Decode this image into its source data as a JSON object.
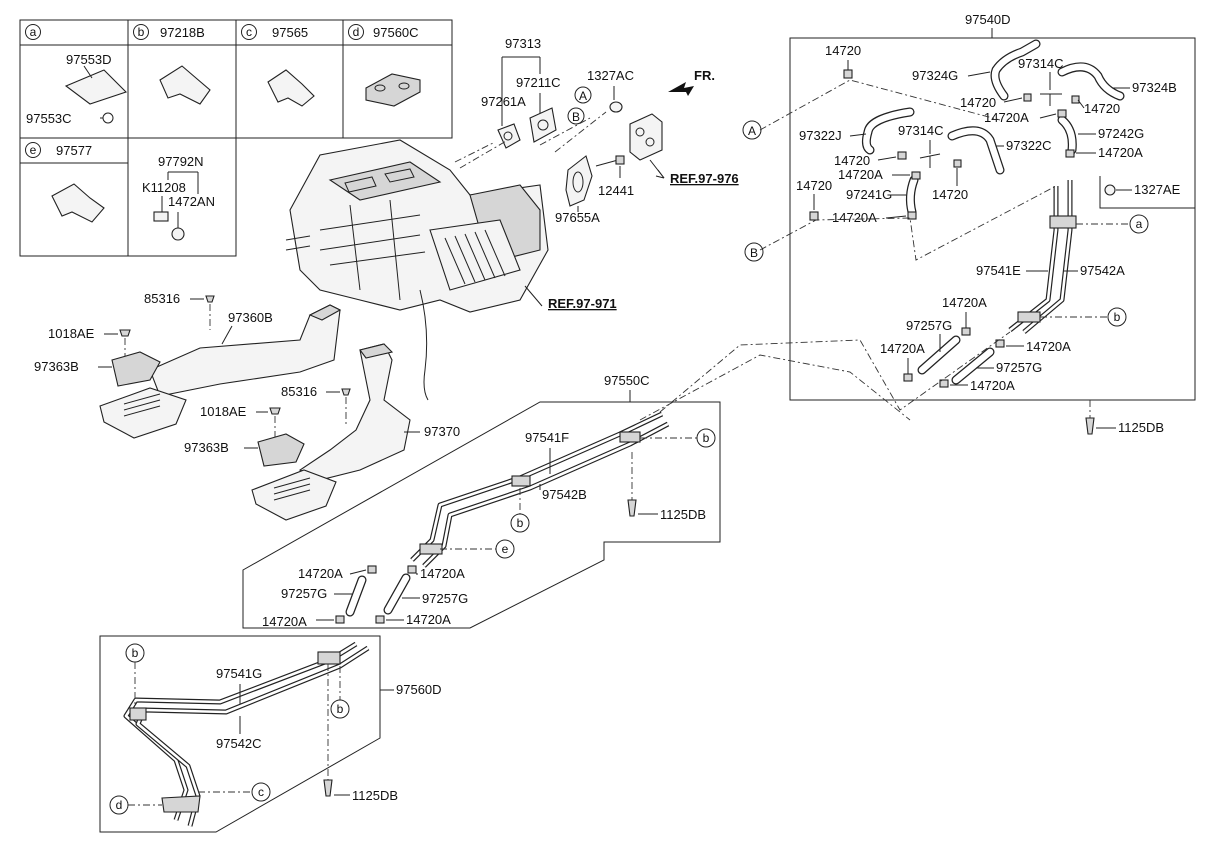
{
  "legend": {
    "cells": [
      {
        "letter": "a",
        "code": "",
        "parts": [
          "97553D",
          "97553C"
        ]
      },
      {
        "letter": "b",
        "code": "97218B",
        "parts": []
      },
      {
        "letter": "c",
        "code": "97565",
        "parts": []
      },
      {
        "letter": "d",
        "code": "97560C",
        "parts": []
      },
      {
        "letter": "e",
        "code": "97577",
        "parts": []
      }
    ],
    "extra_parts": [
      "97792N",
      "K11208",
      "1472AN"
    ]
  },
  "center": {
    "labels": [
      "97313",
      "97211C",
      "97261A",
      "1327AC",
      "12441",
      "97655A",
      "85316",
      "97360B",
      "1018AE",
      "97363B",
      "85316",
      "1018AE",
      "97370",
      "97363B"
    ],
    "refs": [
      "REF.97-976",
      "REF.97-971"
    ],
    "front_label": "FR."
  },
  "right_group": {
    "title": "97540D",
    "labels": [
      "14720",
      "97324G",
      "97314C",
      "97324B",
      "14720",
      "14720",
      "14720A",
      "97322J",
      "97314C",
      "97242G",
      "14720",
      "97322C",
      "14720A",
      "14720A",
      "14720",
      "97241G",
      "14720",
      "14720A",
      "14720A",
      "1327AE",
      "97541E",
      "97542A",
      "14720A",
      "97257G",
      "14720A",
      "97257G",
      "14720A",
      "1125DB"
    ]
  },
  "middle_group": {
    "title": "97550C",
    "labels": [
      "97541F",
      "97542B",
      "1125DB",
      "14720A",
      "14720A",
      "97257G",
      "97257G",
      "14720A",
      "14720A"
    ]
  },
  "bottom_group": {
    "title": "97560D",
    "labels": [
      "97541G",
      "97542C",
      "1125DB"
    ]
  },
  "callouts": {
    "A": "A",
    "B": "B",
    "a": "a",
    "b": "b",
    "c": "c",
    "d": "d",
    "e": "e"
  }
}
